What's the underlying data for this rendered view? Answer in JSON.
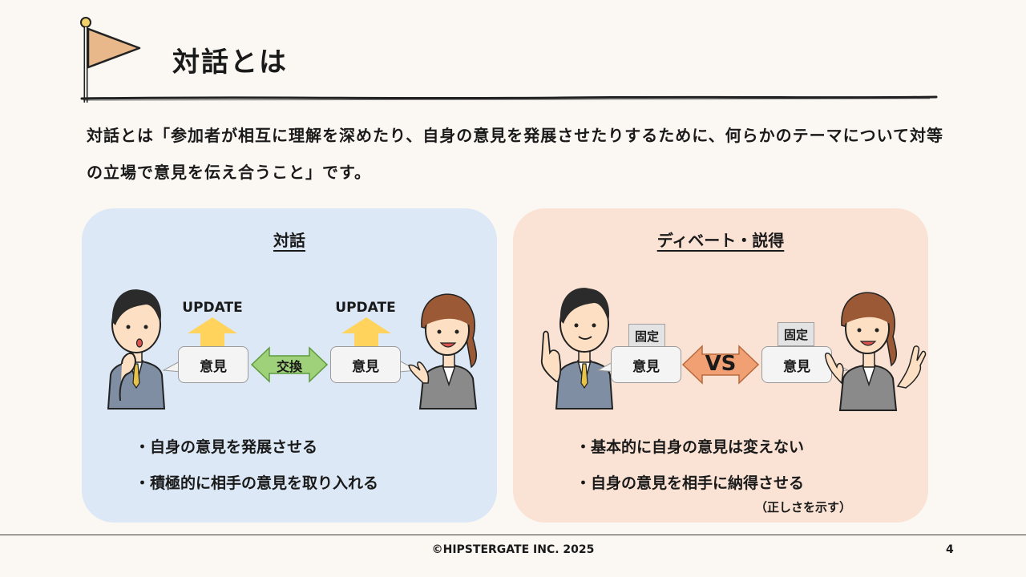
{
  "title": "対話とは",
  "intro": "対話とは「参加者が相互に理解を深めたり、自身の意見を発展させたりするために、何らかのテーマについて対等の立場で意見を伝え合うこと」です。",
  "dialog": {
    "heading": "対話",
    "update_left": "UPDATE",
    "update_right": "UPDATE",
    "opinion_left": "意見",
    "opinion_right": "意見",
    "exchange": "交換",
    "bullets": [
      "・自身の意見を発展させる",
      "・積極的に相手の意見を取り入れる"
    ]
  },
  "debate": {
    "heading": "ディベート・説得",
    "fixed_left": "固定",
    "fixed_right": "固定",
    "opinion_left": "意見",
    "opinion_right": "意見",
    "vs": "VS",
    "bullets": [
      "・基本的に自身の意見は変えない",
      "・自身の意見を相手に納得させる"
    ],
    "note": "（正しさを示す）"
  },
  "colors": {
    "dialog_panel": "#dce8f5",
    "debate_panel": "#fae3d5",
    "update_arrow": "#ffd35c",
    "exchange_arrow": "#9fd07a",
    "vs_arrow": "#f0a072",
    "flag": "#e8b88a"
  },
  "footer": {
    "copyright": "©HIPSTERGATE INC. 2025",
    "page": "4"
  }
}
